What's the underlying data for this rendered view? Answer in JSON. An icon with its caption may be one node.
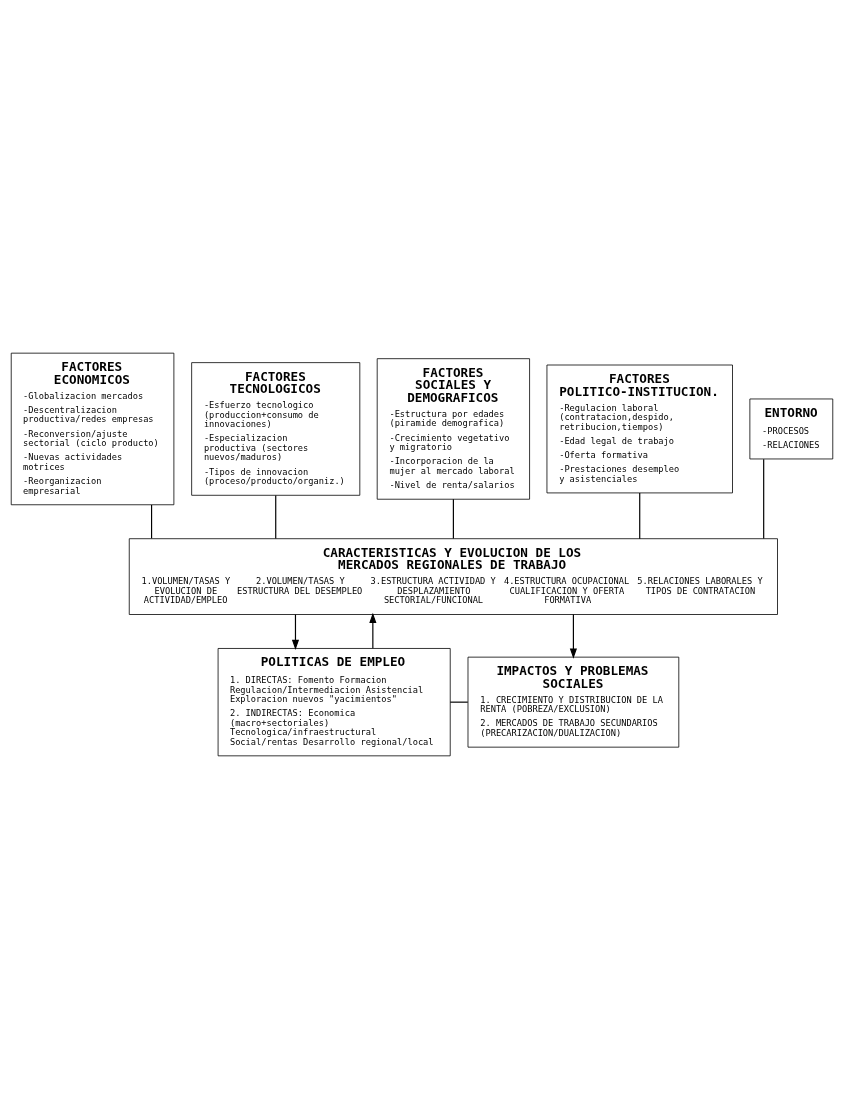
{
  "diagram": {
    "nodes": [
      {
        "text": [
          "FACTORES ECONOMICOS",
          "-Globalizacion mercados",
          "-Descentralizacion productiva/redes empresas",
          "-Reconversion/ajuste sectorial (ciclo producto)",
          "-Nuevas actividades motrices",
          "-Reorganizacion empresarial"
        ]
      },
      {
        "text": [
          "FACTORES TECNOLOGICOS",
          "-Esfuerzo tecnologico (produccion+consumo de innovaciones)",
          "-Especializacion productiva (sectores nuevos/maduros)",
          "-Tipos de innovacion (proceso/producto/organiz.)"
        ]
      },
      {
        "text": [
          "FACTORES SOCIALES Y DEMOGRAFICOS",
          "-Estructura por edades (piramide demografica)",
          "-Crecimiento vegetativo y migratorio",
          "-Incorporacion de la mujer al mercado laboral",
          "-Nivel de renta/salarios"
        ]
      },
      {
        "text": [
          "FACTORES POLITICO-INSTITUCION.",
          "-Regulacion laboral (contratacion,despido, retribucion,tiempos)",
          "-Edad legal de trabajo",
          "-Oferta formativa",
          "-Prestaciones desempleo y asistenciales"
        ]
      },
      {
        "text": [
          "ENTORNO",
          "-PROCESOS",
          "-RELACIONES"
        ]
      },
      {
        "text": [
          "CARACTERISTICAS Y EVOLUCION DE LOS MERCADOS REGIONALES DE TRABAJO",
          "1.VOLUMEN/TASAS Y EVOLUCION DE ACTIVIDAD/EMPLEO",
          "2.VOLUMEN/TASAS Y ESTRUCTURA DEL DESEMPLEO",
          "3.ESTRUCTURA ACTIVIDAD Y DESPLAZAMIENTO SECTORIAL/FUNCIONAL",
          "4.ESTRUCTURA OCUPACIONAL CUALIFICACION Y OFERTA FORMATIVA",
          "5.RELACIONES LABORALES Y TIPOS DE CONTRATACION"
        ]
      },
      {
        "text": [
          "POLITICAS DE EMPLEO",
          "1. DIRECTAS: Fomento Formacion Regulacion/Intermediacion Asistencial Exploracion nuevos \"yacimientos\"",
          "2. INDIRECTAS: Economica (macro+sectoriales) Tecnologica/infraestructural Social/rentas Desarrollo regional/local"
        ]
      },
      {
        "text": [
          "IMPACTOS Y PROBLEMAS SOCIALES",
          "1. CRECIMIENTO Y DISTRIBUCION DE LA RENTA (POBREZA/EXCLUSION)",
          "2. MERCADOS DE TRABAJO SECUNDARIOS (PRECARIZACION/DUALIZACION)"
        ]
      }
    ],
    "edges": [
      {
        "from": 0,
        "to": 5,
        "arrow": "none"
      },
      {
        "from": 1,
        "to": 5,
        "arrow": "none"
      },
      {
        "from": 2,
        "to": 5,
        "arrow": "none"
      },
      {
        "from": 3,
        "to": 5,
        "arrow": "none"
      },
      {
        "from": 4,
        "to": 5,
        "arrow": "none"
      },
      {
        "from": 5,
        "to": 6,
        "arrow": "to"
      },
      {
        "from": 5,
        "to": 7,
        "arrow": "to"
      },
      {
        "from": 6,
        "to": 7,
        "arrow": "none"
      },
      {
        "from": 6,
        "to": 5,
        "arrow": "to"
      }
    ]
  }
}
